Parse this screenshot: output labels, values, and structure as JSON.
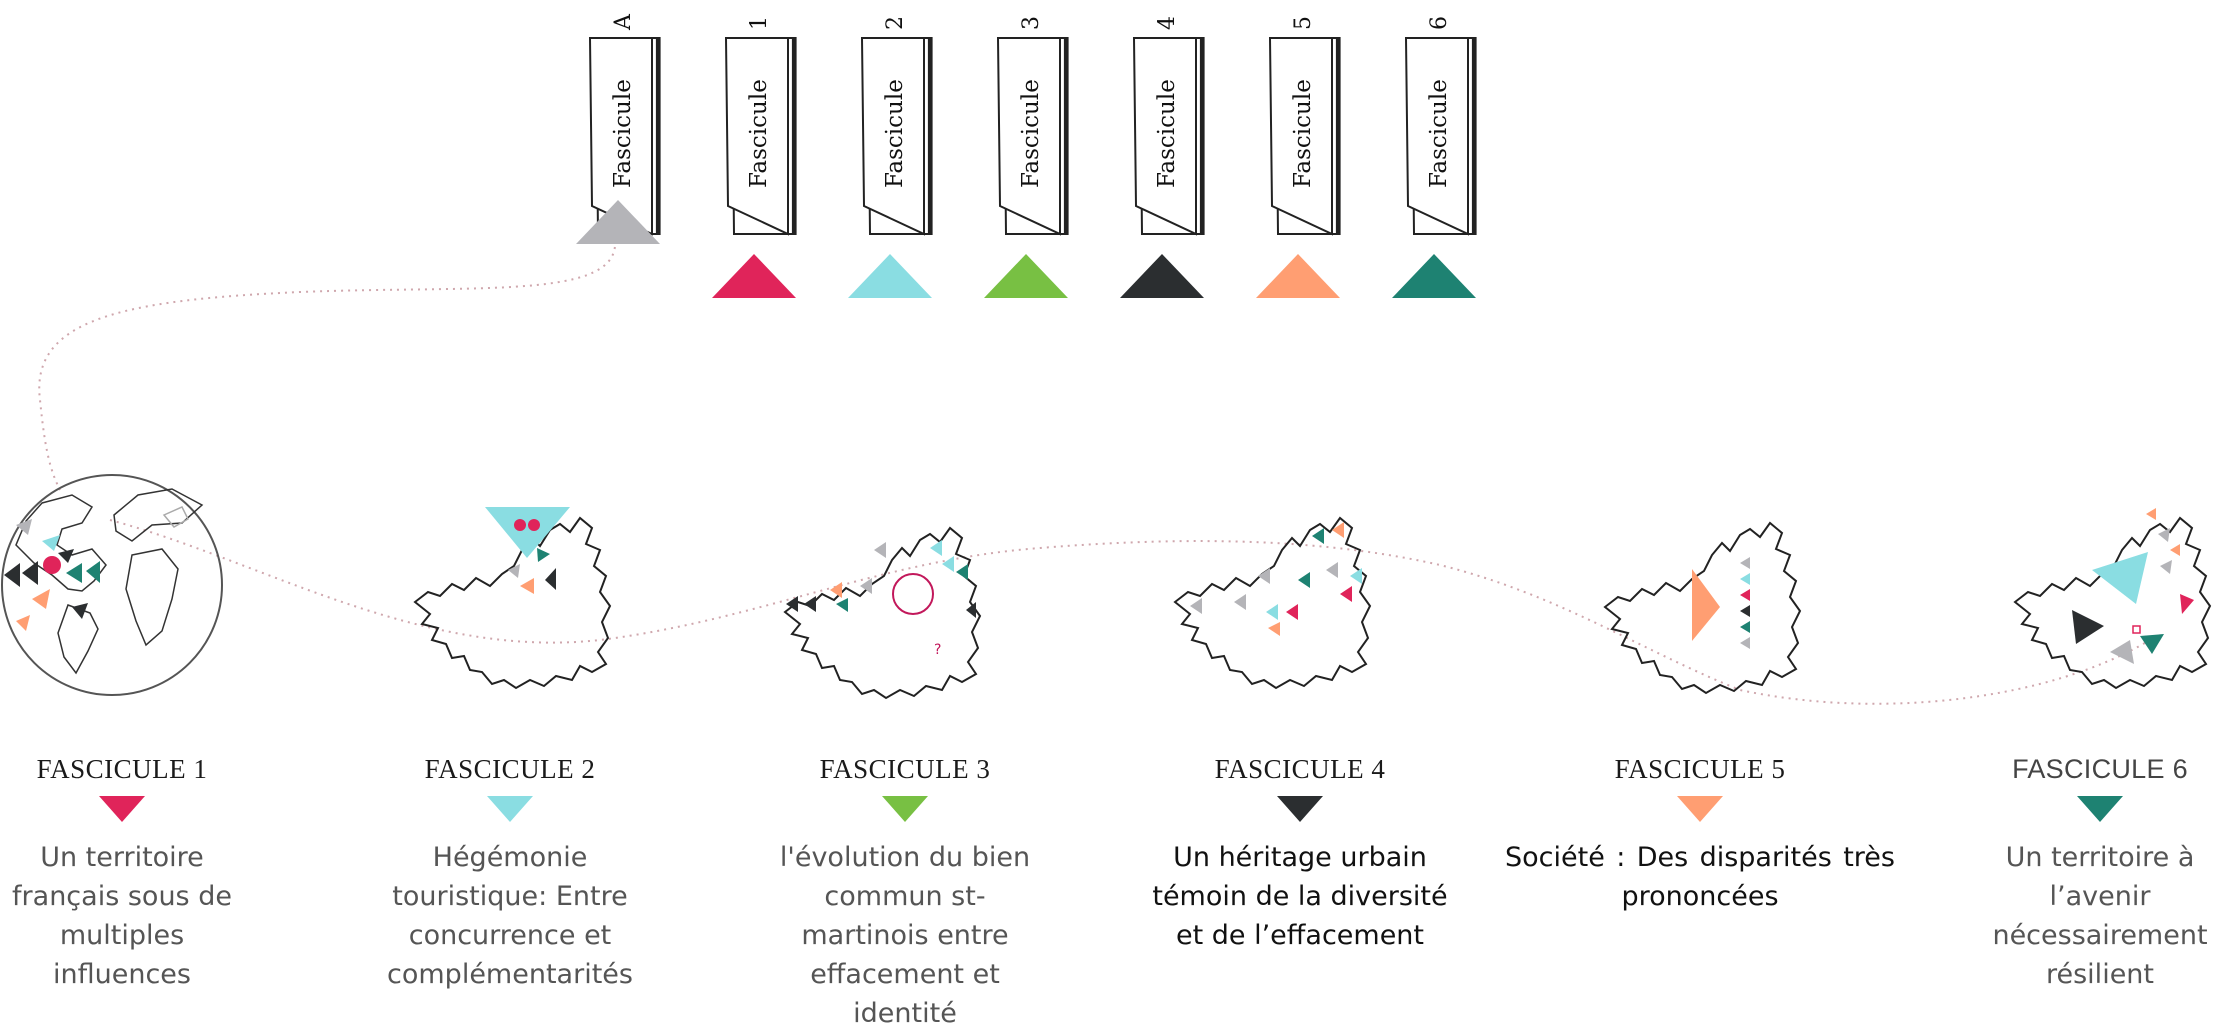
{
  "books": {
    "label": "Fascicule",
    "items": [
      {
        "number": "A",
        "color": "#b4b4b8"
      },
      {
        "number": "1",
        "color": "#e0245a"
      },
      {
        "number": "2",
        "color": "#8adde2"
      },
      {
        "number": "3",
        "color": "#78c043"
      },
      {
        "number": "4",
        "color": "#2b2e30"
      },
      {
        "number": "5",
        "color": "#ff9e72"
      },
      {
        "number": "6",
        "color": "#1e8272"
      }
    ]
  },
  "fascicules": [
    {
      "title": "FASCICULE  1",
      "color": "#e0245a",
      "description": "Un territoire français sous de multiples influences"
    },
    {
      "title": "FASCICULE  2",
      "color": "#8adde2",
      "description": "Hégémonie touristique: Entre concurrence et complémentarités"
    },
    {
      "title": "FASCICULE  3",
      "color": "#78c043",
      "description": "l'évolution du bien commun st-martinois entre effacement et identité"
    },
    {
      "title": "FASCICULE  4",
      "color": "#2b2e30",
      "description": "Un héritage urbain témoin de la diversité et de l’effacement"
    },
    {
      "title": "FASCICULE  5",
      "color": "#ff9e72",
      "description": "Société   :   Des   disparités très prononcées"
    },
    {
      "title": "FASCICULE  6",
      "color": "#1e8272",
      "description": "Un territoire à l’avenir nécessairement résilient"
    }
  ],
  "map_glyphs": {
    "unknown_mark": "?"
  }
}
